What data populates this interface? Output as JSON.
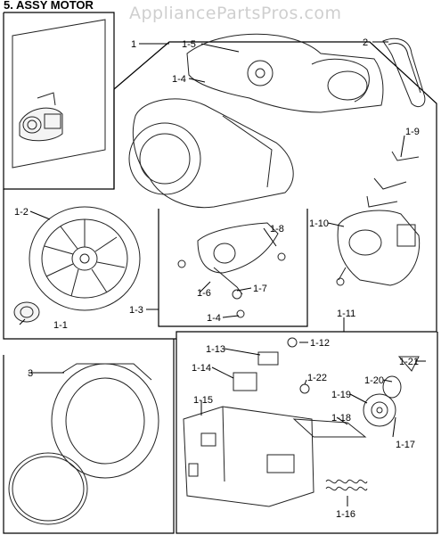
{
  "title": "5. ASSY MOTOR",
  "watermark": "AppliancePartsPros.com",
  "labels": {
    "p1": "1",
    "p1_5": "1-5",
    "p2": "2",
    "p1_4a": "1-4",
    "p1_9": "1-9",
    "p1_2": "1-2",
    "p1_8": "1-8",
    "p1_10": "1-10",
    "p1_6": "1-6",
    "p1_7": "1-7",
    "p1_3": "1-3",
    "p1_4b": "1-4",
    "p1_11": "1-11",
    "p1_1": "1-1",
    "p1_13": "1-13",
    "p1_12": "1-12",
    "p3": "3",
    "p1_14": "1-14",
    "p1_21": "1-21",
    "p1_22": "1-22",
    "p1_20": "1-20",
    "p1_19": "1-19",
    "p1_15": "1-15",
    "p1_18": "1-18",
    "p1_17": "1-17",
    "p1_16": "1-16"
  }
}
